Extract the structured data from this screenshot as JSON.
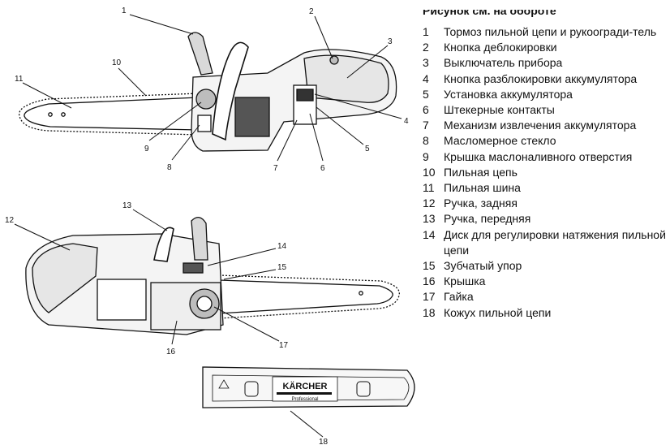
{
  "header_partial": "Рисунок см. на обороте",
  "legend": [
    {
      "num": "1",
      "text": "Тормоз пильной цепи и рукоогради-тель"
    },
    {
      "num": "2",
      "text": "Кнопка деблокировки"
    },
    {
      "num": "3",
      "text": "Выключатель прибора"
    },
    {
      "num": "4",
      "text": "Кнопка разблокировки аккумулятора"
    },
    {
      "num": "5",
      "text": "Установка аккумулятора"
    },
    {
      "num": "6",
      "text": "Штекерные контакты"
    },
    {
      "num": "7",
      "text": "Механизм извлечения аккумулятора"
    },
    {
      "num": "8",
      "text": "Масломерное стекло"
    },
    {
      "num": "9",
      "text": "Крышка маслоналивного отверстия"
    },
    {
      "num": "10",
      "text": "Пильная цепь"
    },
    {
      "num": "11",
      "text": "Пильная шина"
    },
    {
      "num": "12",
      "text": "Ручка, задняя"
    },
    {
      "num": "13",
      "text": "Ручка, передняя"
    },
    {
      "num": "14",
      "text": "Диск для регулировки натяжения пильной цепи"
    },
    {
      "num": "15",
      "text": "Зубчатый упор"
    },
    {
      "num": "16",
      "text": "Крышка"
    },
    {
      "num": "17",
      "text": "Гайка"
    },
    {
      "num": "18",
      "text": "Кожух пильной цепи"
    }
  ],
  "callouts": [
    "1",
    "2",
    "3",
    "4",
    "5",
    "6",
    "7",
    "8",
    "9",
    "10",
    "11",
    "12",
    "13",
    "14",
    "15",
    "16",
    "17",
    "18"
  ],
  "cover": {
    "brand": "KÄRCHER",
    "subtitle": "Professional"
  },
  "colors": {
    "ink": "#111111",
    "fill_gray": "#d9d9d9",
    "dark_fill": "#555555"
  }
}
